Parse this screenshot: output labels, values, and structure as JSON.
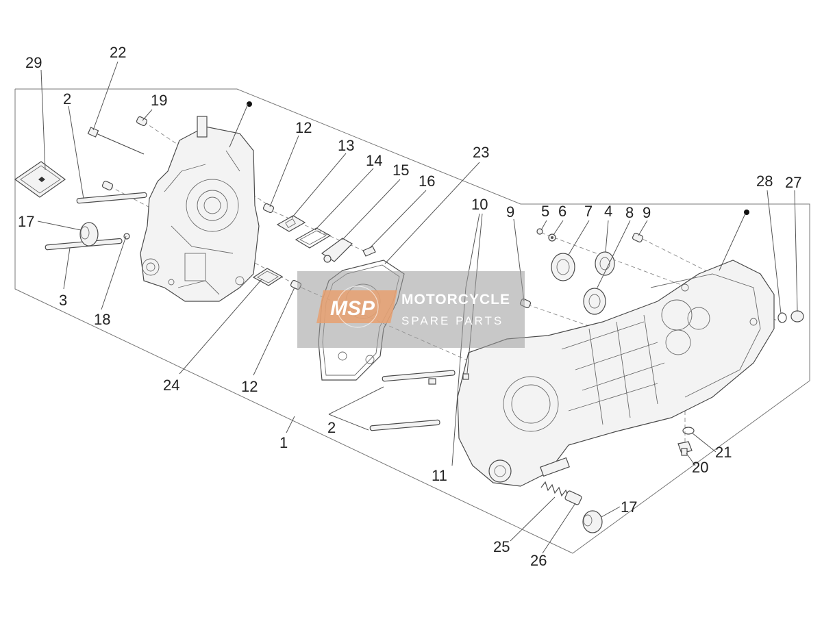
{
  "callouts": {
    "c1": "1",
    "c2a": "2",
    "c2b": "2",
    "c3": "3",
    "c4": "4",
    "c5": "5",
    "c6": "6",
    "c7": "7",
    "c8": "8",
    "c9a": "9",
    "c9b": "9",
    "c10": "10",
    "c11": "11",
    "c12a": "12",
    "c12b": "12",
    "c13": "13",
    "c14": "14",
    "c15": "15",
    "c16": "16",
    "c17a": "17",
    "c17b": "17",
    "c18": "18",
    "c19": "19",
    "c20": "20",
    "c21": "21",
    "c22": "22",
    "c23": "23",
    "c24": "24",
    "c25": "25",
    "c26": "26",
    "c27": "27",
    "c28": "28",
    "c29": "29"
  },
  "watermark": {
    "logo": "MSP",
    "line1": "MOTORCYCLE",
    "line2": "SPARE PARTS"
  },
  "colors": {
    "line": "#4a4a4a",
    "watermark_box": "#9a9a9a",
    "logo_accent": "#e8a070"
  }
}
